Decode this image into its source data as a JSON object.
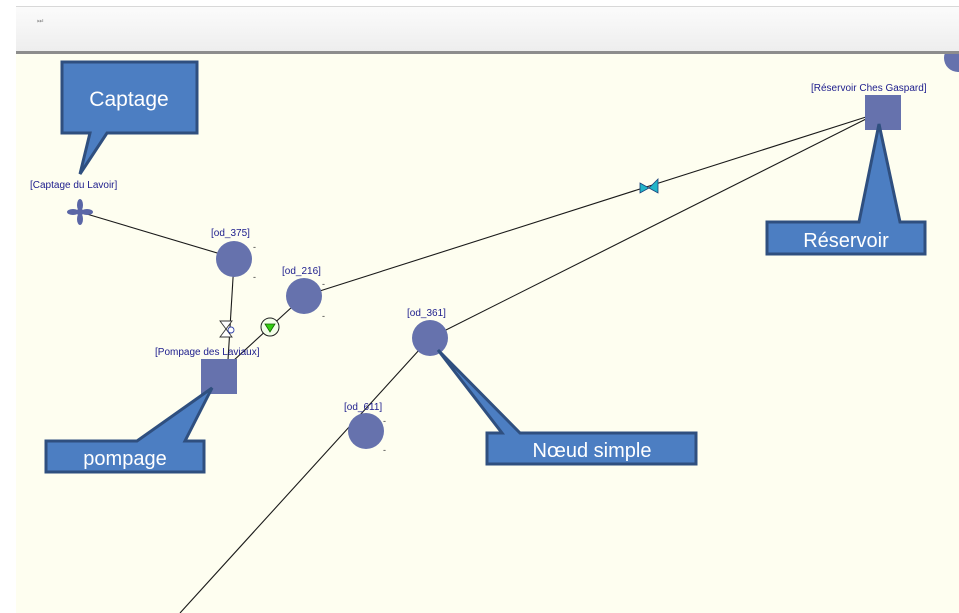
{
  "toolbar": {
    "skip_icon_glyph": "⏭",
    "skip_icon": "skip-end-icon"
  },
  "colors": {
    "canvas_bg": "#fefef0",
    "node": "#6672ad",
    "node_dark": "#5a66a6",
    "callout_fill": "#4c7ec2",
    "callout_border": "#2f4f7f",
    "label": "#1c1c8c",
    "valve": "#22b5c8",
    "pump_marker": "#33cc11"
  },
  "nodes": {
    "captage": {
      "label": "[Captage du Lavoir]"
    },
    "od_375": {
      "label": "[od_375]",
      "mark": "-"
    },
    "od_216": {
      "label": "[od_216]",
      "mark": "-"
    },
    "od_361": {
      "label": "[od_361]",
      "mark": "-"
    },
    "od_611": {
      "label": "[od_611]",
      "mark": "-"
    },
    "pompage": {
      "label": "[Pompage des Laviaux]"
    },
    "reservoir": {
      "label": "[Réservoir Ches Gaspard]"
    }
  },
  "callouts": {
    "captage": "Captage",
    "reservoir": "Réservoir",
    "pompage": "pompage",
    "noeud": "Nœud simple"
  }
}
